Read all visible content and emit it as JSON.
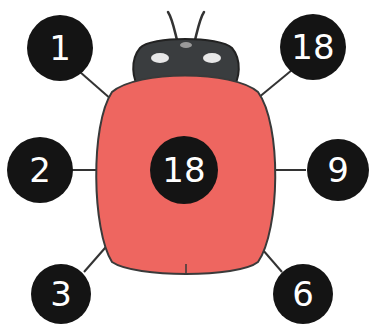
{
  "diagram": {
    "nodes": [
      {
        "text": [
          "1"
        ]
      },
      {
        "text": [
          "18"
        ]
      },
      {
        "text": [
          "2"
        ]
      },
      {
        "text": [
          "18"
        ]
      },
      {
        "text": [
          "9"
        ]
      },
      {
        "text": [
          "3"
        ]
      },
      {
        "text": [
          "6"
        ]
      }
    ]
  }
}
